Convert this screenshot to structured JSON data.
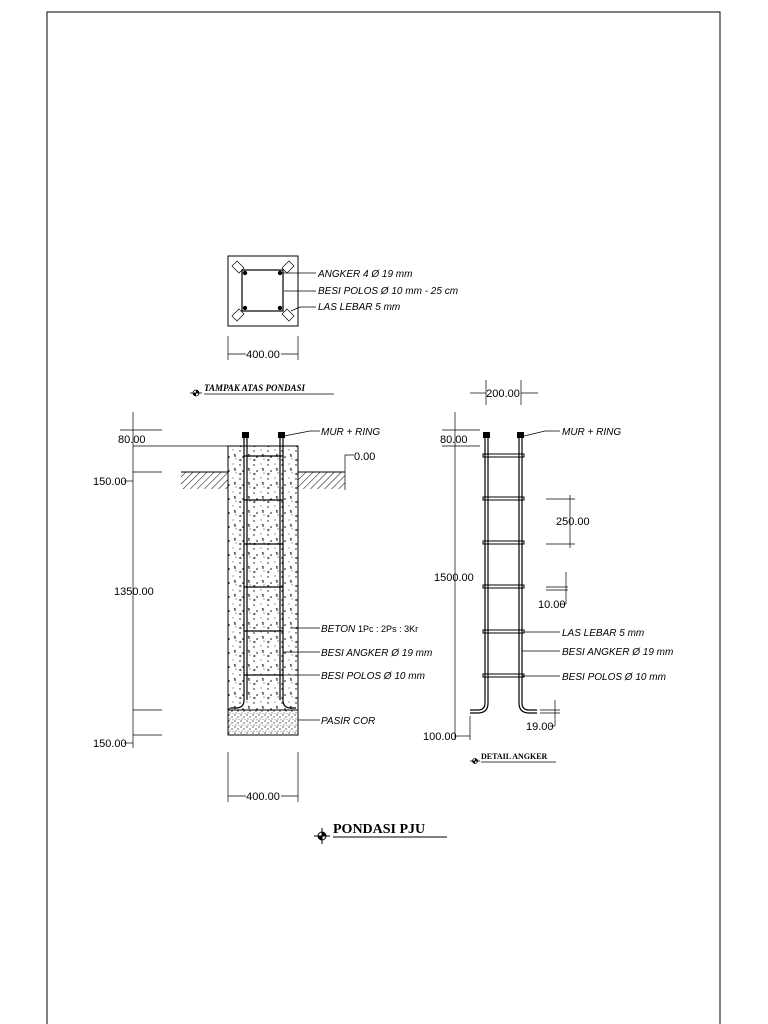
{
  "top_view": {
    "title": "TAMPAK ATAS PONDASI",
    "width_dim": "400.00",
    "labels": [
      "ANGKER  4 Ø 19 mm",
      "BESI POLOS Ø 10 mm - 25 cm",
      "LAS LEBAR 5 mm"
    ]
  },
  "section": {
    "top_dim": "80.00",
    "upper_dim": "150.00",
    "height_dim": "1350.00",
    "bottom_dim": "150.00",
    "level": "0.00",
    "width_dim": "400.00",
    "labels": {
      "mur": "MUR + RING",
      "beton_prefix": "BETON ",
      "beton_mix": "1Pc : 2Ps : 3Kr",
      "angker": "BESI ANGKER Ø 19 mm",
      "polos": "BESI POLOS Ø 10 mm",
      "pasir": "PASIR COR"
    }
  },
  "detail": {
    "title": "DETAIL ANGKER",
    "width_dim": "200.00",
    "top_dim": "80.00",
    "spacing_dim": "250.00",
    "height_dim": "1500.00",
    "bar_dim": "10.00",
    "hook_dim": "100.00",
    "weld_dim": "19.00",
    "labels": {
      "mur": "MUR + RING",
      "las": "LAS LEBAR 5 mm",
      "angker": "BESI ANGKER Ø 19 mm",
      "polos": "BESI POLOS Ø 10 mm"
    }
  },
  "main_title": "PONDASI PJU"
}
